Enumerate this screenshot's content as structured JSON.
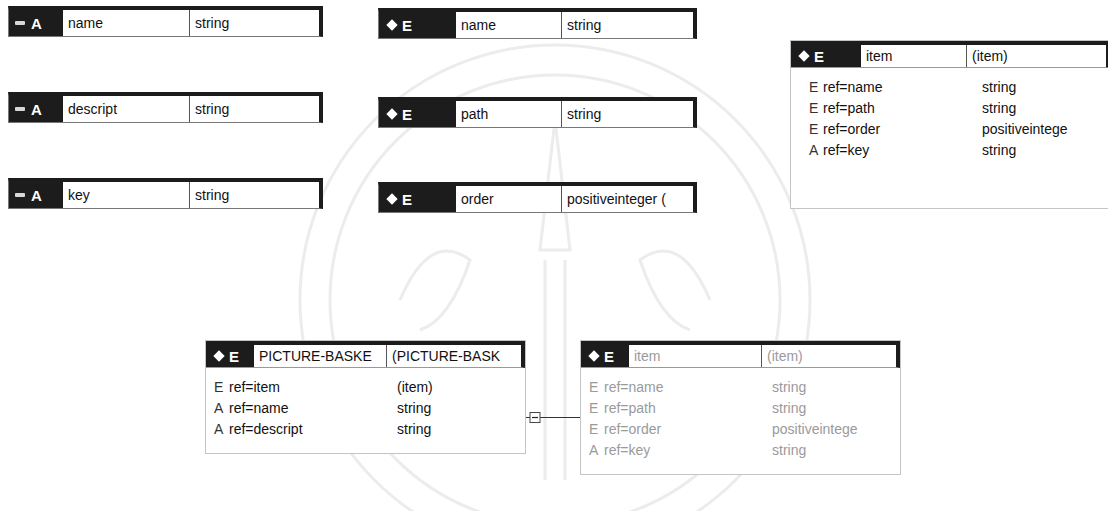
{
  "diagram": {
    "nodes": [
      {
        "text": [
          "A",
          "name",
          "string"
        ]
      },
      {
        "text": [
          "E",
          "name",
          "string"
        ]
      },
      {
        "text": [
          "E",
          "item",
          "(item)",
          "E",
          "ref=name",
          "string",
          "E",
          "ref=path",
          "string",
          "E",
          "ref=order",
          "positiveintege",
          "A",
          "ref=key",
          "string"
        ]
      },
      {
        "text": [
          "A",
          "descript",
          "string"
        ]
      },
      {
        "text": [
          "E",
          "path",
          "string"
        ]
      },
      {
        "text": [
          "A",
          "key",
          "string"
        ]
      },
      {
        "text": [
          "E",
          "order",
          "positiveinteger ("
        ]
      },
      {
        "text": [
          "E",
          "PICTURE-BASKE",
          "(PICTURE-BASK",
          "E",
          "ref=item",
          "(item)",
          "A",
          "ref=name",
          "string",
          "A",
          "ref=descript",
          "string"
        ]
      },
      {
        "text": [
          "E",
          "item",
          "(item)",
          "E",
          "ref=name",
          "string",
          "E",
          "ref=path",
          "string",
          "E",
          "ref=order",
          "positiveintege",
          "A",
          "ref=key",
          "string"
        ]
      }
    ],
    "edges": [
      {
        "from": 7,
        "to": 8,
        "arrow": "none"
      }
    ]
  }
}
